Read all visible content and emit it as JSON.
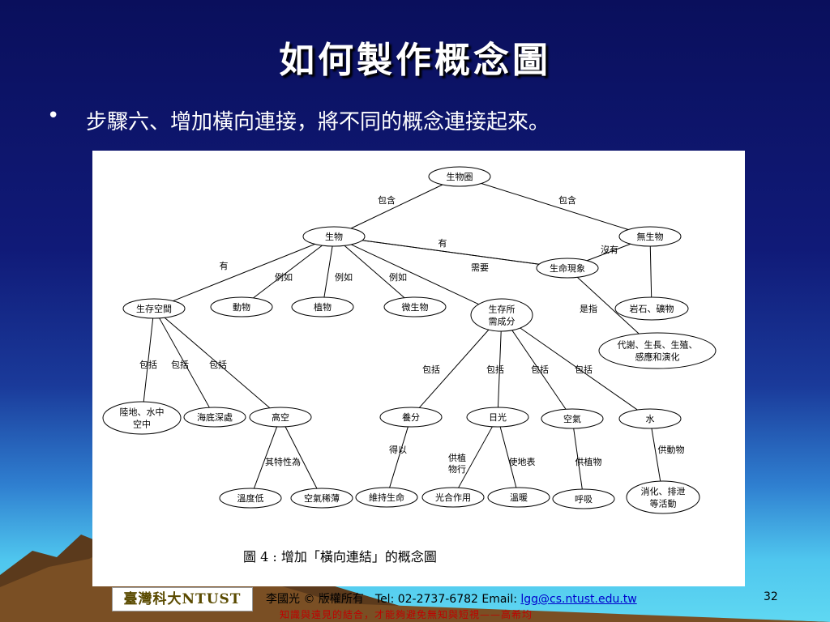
{
  "slide": {
    "title": "如何製作概念圖",
    "bullet": "步驟六、增加橫向連接，將不同的概念連接起來。",
    "caption": "圖 4 : 增加「橫向連結」的概念圖",
    "page_number": "32"
  },
  "footer": {
    "logo_text": "臺灣科大NTUST",
    "line1_prefix": "李國光 © 版權所有　Tel: 02-2737-6782  Email: ",
    "email": "lgg@cs.ntust.edu.tw",
    "line2": "知識與遠見的結合，才能夠避免無知與短視——高希均"
  },
  "diagram": {
    "nodes": [
      {
        "id": "n-biosphere",
        "label": "生物圈"
      },
      {
        "id": "n-organism",
        "label": "生物"
      },
      {
        "id": "n-nonliving",
        "label": "無生物"
      },
      {
        "id": "n-life-phen",
        "label": "生命現象"
      },
      {
        "id": "n-space",
        "label": "生存空間"
      },
      {
        "id": "n-animal",
        "label": "動物"
      },
      {
        "id": "n-plant",
        "label": "植物"
      },
      {
        "id": "n-microbe",
        "label": "微生物"
      },
      {
        "id": "n-needs",
        "label": "生存所\n需成分"
      },
      {
        "id": "n-rock",
        "label": "岩石、礦物"
      },
      {
        "id": "n-metab",
        "label": "代謝、生長、生殖、\n感應和演化"
      },
      {
        "id": "n-land",
        "label": "陸地、水中\n空中"
      },
      {
        "id": "n-deepsea",
        "label": "海底深處"
      },
      {
        "id": "n-high",
        "label": "高空"
      },
      {
        "id": "n-nutrient",
        "label": "養分"
      },
      {
        "id": "n-sun",
        "label": "日光"
      },
      {
        "id": "n-air",
        "label": "空氣"
      },
      {
        "id": "n-water",
        "label": "水"
      },
      {
        "id": "n-lowtemp",
        "label": "溫度低"
      },
      {
        "id": "n-thinair",
        "label": "空氣稀薄"
      },
      {
        "id": "n-sustain",
        "label": "維持生命"
      },
      {
        "id": "n-photo",
        "label": "光合作用"
      },
      {
        "id": "n-warm",
        "label": "溫暖"
      },
      {
        "id": "n-breath",
        "label": "呼吸"
      },
      {
        "id": "n-digest",
        "label": "消化、排泄\n等活動"
      }
    ],
    "links": [
      "包含",
      "包含",
      "有",
      "沒有",
      "需要",
      "有",
      "例如",
      "例如",
      "例如",
      "是指",
      "包括",
      "包括",
      "包括",
      "包括",
      "包括",
      "包括",
      "包括",
      "其特性為",
      "得以",
      "供植\n物行",
      "使地表",
      "供植物",
      "供動物"
    ]
  }
}
